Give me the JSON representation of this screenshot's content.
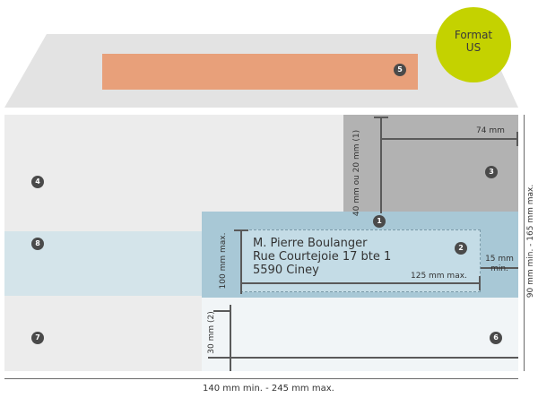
{
  "format_badge": {
    "line1": "Format",
    "line2": "US"
  },
  "address": {
    "line1": "M. Pierre Boulanger",
    "line2": "Rue Courtejoie 17 bte 1",
    "line3": "5590 Ciney"
  },
  "dimensions": {
    "width_74": "74 mm",
    "height_40_20": "40 mm ou 20 mm (1)",
    "height_100": "100 mm max.",
    "width_125": "125 mm max.",
    "margin_15": "15 mm min.",
    "height_30": "30 mm (2)",
    "total_height": "90 mm min. - 165 mm max.",
    "total_width": "140 mm min. - 245 mm max."
  },
  "badges": {
    "b1": "1",
    "b2": "2",
    "b3": "3",
    "b4": "4",
    "b5": "5",
    "b6": "6",
    "b7": "7",
    "b8": "8"
  },
  "colors": {
    "envelope": "#ececec",
    "flap": "#e3e3e3",
    "stamp_zone": "#b2b2b2",
    "address_zone": "#a8c8d6",
    "strip_zone": "#d4e4ea",
    "bottom_zone": "#f1f5f7",
    "flap_label": "#e8a07a",
    "format_circle": "#c4d200"
  }
}
